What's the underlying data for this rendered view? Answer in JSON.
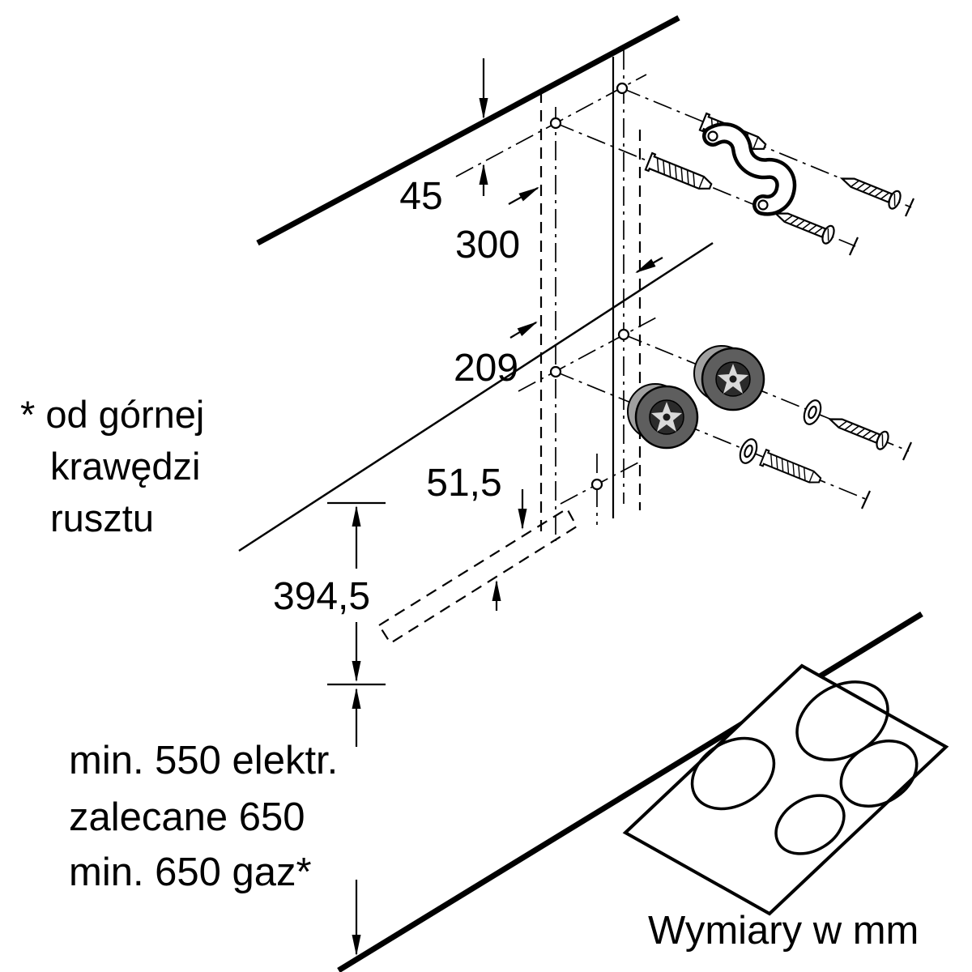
{
  "diagram": {
    "dims": {
      "d45": "45",
      "d300": "300",
      "d209": "209",
      "d51_5": "51,5",
      "d394_5": "394,5"
    },
    "note": {
      "l1": "* od górnej",
      "l2": "krawędzi",
      "l3": "rusztu"
    },
    "clearance": {
      "l1": "min. 550 elektr.",
      "l2": "zalecane 650",
      "l3": "min. 650 gaz*"
    },
    "footer": "Wymiary w mm",
    "colors": {
      "ink": "#000000",
      "paper": "#ffffff",
      "knob_dark": "#2b2b2b",
      "knob_mid": "#5e5e5e",
      "knob_light": "#a0a0a0"
    }
  }
}
